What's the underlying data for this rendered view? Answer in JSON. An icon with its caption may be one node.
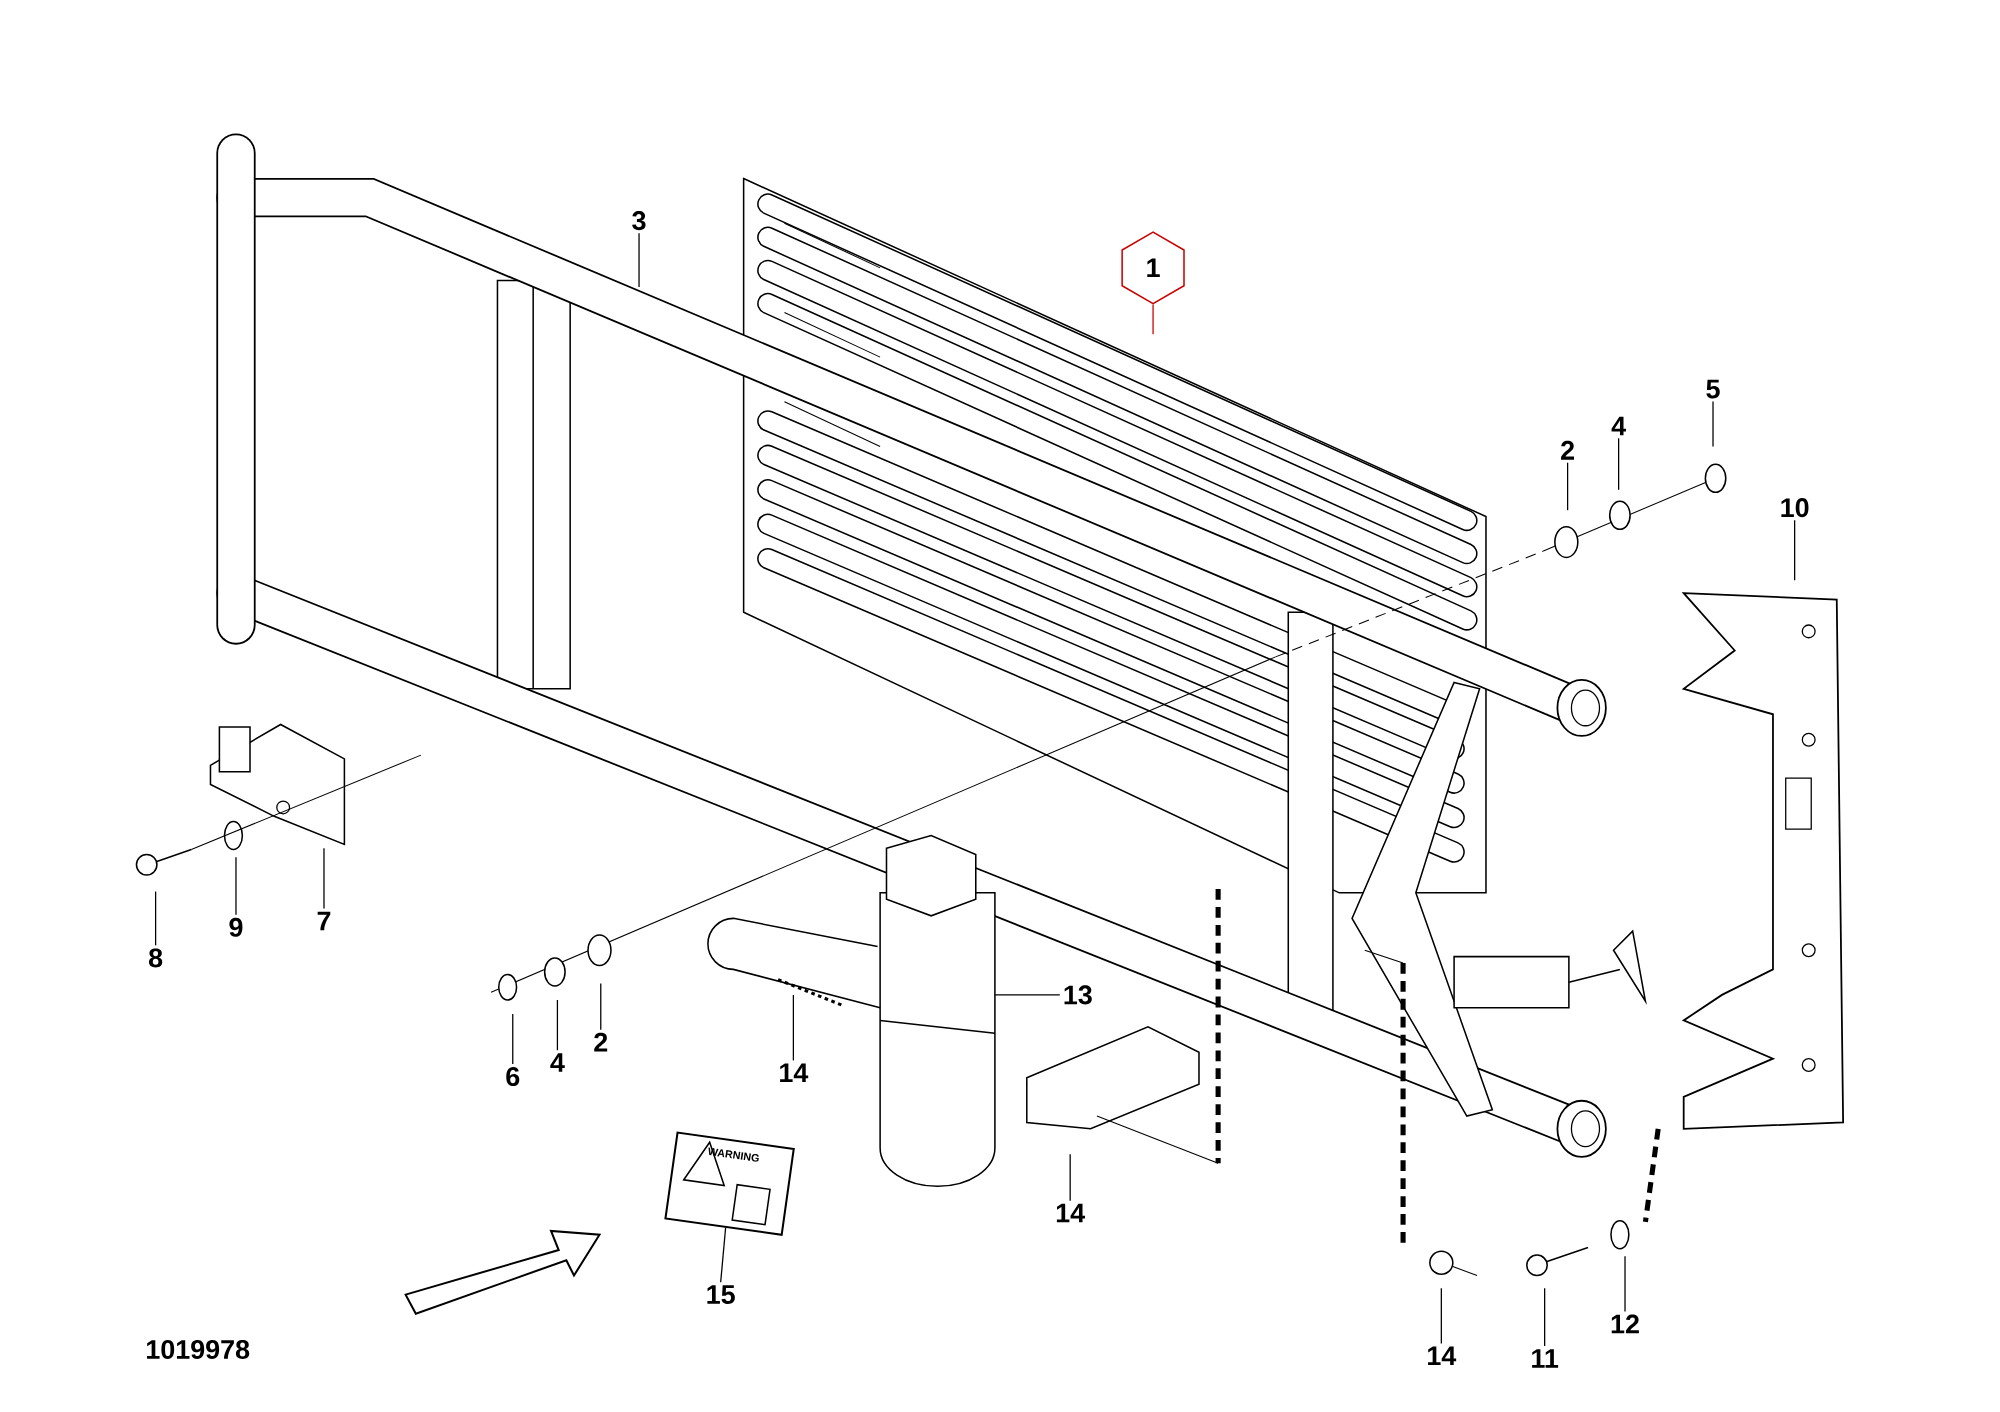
{
  "diagram": {
    "nodes": [
      {
        "text": [
          "3"
        ]
      },
      {
        "text": [
          "1"
        ]
      },
      {
        "text": [
          "5"
        ]
      },
      {
        "text": [
          "4"
        ]
      },
      {
        "text": [
          "2"
        ]
      },
      {
        "text": [
          "10"
        ]
      },
      {
        "text": [
          "7"
        ]
      },
      {
        "text": [
          "9"
        ]
      },
      {
        "text": [
          "8"
        ]
      },
      {
        "text": [
          "13"
        ]
      },
      {
        "text": [
          "2"
        ]
      },
      {
        "text": [
          "4"
        ]
      },
      {
        "text": [
          "14"
        ]
      },
      {
        "text": [
          "6"
        ]
      },
      {
        "text": [
          "14"
        ]
      },
      {
        "text": [
          "15"
        ]
      },
      {
        "text": [
          "12"
        ]
      },
      {
        "text": [
          "14"
        ]
      },
      {
        "text": [
          "11"
        ]
      },
      {
        "text": [
          "WARNING"
        ]
      }
    ],
    "edges": [
      {
        "from": 0,
        "to": null,
        "arrow": "none"
      },
      {
        "from": 1,
        "to": null,
        "arrow": "none",
        "color": "#cc0000"
      },
      {
        "from": 2,
        "to": null,
        "arrow": "none"
      },
      {
        "from": 3,
        "to": null,
        "arrow": "none"
      },
      {
        "from": 4,
        "to": null,
        "arrow": "none"
      },
      {
        "from": 5,
        "to": null,
        "arrow": "none"
      },
      {
        "from": 6,
        "to": null,
        "arrow": "none"
      },
      {
        "from": 7,
        "to": null,
        "arrow": "none"
      },
      {
        "from": 8,
        "to": null,
        "arrow": "none"
      },
      {
        "from": 9,
        "to": null,
        "arrow": "none"
      },
      {
        "from": 10,
        "to": null,
        "arrow": "none"
      },
      {
        "from": 11,
        "to": null,
        "arrow": "none"
      },
      {
        "from": 12,
        "to": null,
        "arrow": "none"
      },
      {
        "from": 13,
        "to": null,
        "arrow": "none"
      },
      {
        "from": 14,
        "to": null,
        "arrow": "none"
      },
      {
        "from": 15,
        "to": 19,
        "arrow": "none"
      },
      {
        "from": 16,
        "to": null,
        "arrow": "none"
      },
      {
        "from": 17,
        "to": null,
        "arrow": "none"
      },
      {
        "from": 18,
        "to": null,
        "arrow": "none"
      }
    ],
    "labels": [
      "1019978"
    ]
  }
}
